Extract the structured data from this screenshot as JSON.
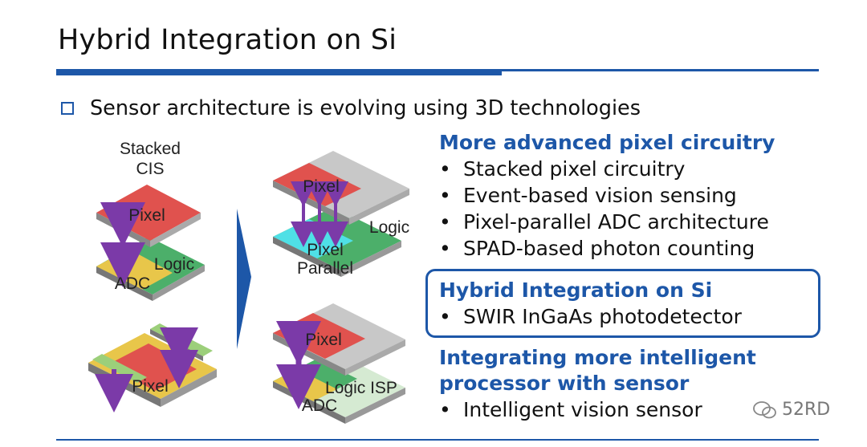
{
  "slide": {
    "title": "Hybrid Integration on Si",
    "bullet": "Sensor architecture is evolving using 3D technologies"
  },
  "diagram": {
    "stacked_cis_label_line1": "Stacked",
    "stacked_cis_label_line2": "CIS",
    "left_top": {
      "pixel": "Pixel",
      "logic": "Logic",
      "adc": "ADC"
    },
    "left_bottom": {
      "pixel": "Pixel"
    },
    "right_top": {
      "pixel": "Pixel",
      "pixel_parallel_1": "Pixel",
      "pixel_parallel_2": "Parallel",
      "logic": "Logic"
    },
    "right_bottom": {
      "pixel": "Pixel",
      "logic_isp": "Logic ISP",
      "adc": "ADC"
    }
  },
  "sections": [
    {
      "heading": "More advanced pixel circuitry",
      "items": [
        "Stacked pixel circuitry",
        "Event-based vision sensing",
        "Pixel-parallel ADC architecture",
        "SPAD-based photon counting"
      ]
    },
    {
      "heading": "Hybrid Integration on Si",
      "items": [
        "SWIR InGaAs photodetector"
      ]
    },
    {
      "heading_line1": "Integrating more intelligent",
      "heading_line2": "processor with sensor",
      "items": [
        "Intelligent vision sensor"
      ]
    }
  ],
  "watermark": "52RD",
  "colors": {
    "accent": "#1d57a8",
    "pixel_red": "#e0524e",
    "logic_green": "#4caf6a",
    "adc_yellow": "#e8c64a",
    "arrow_purple": "#7b3aa8",
    "parallel_cyan": "#4fe0e6"
  }
}
